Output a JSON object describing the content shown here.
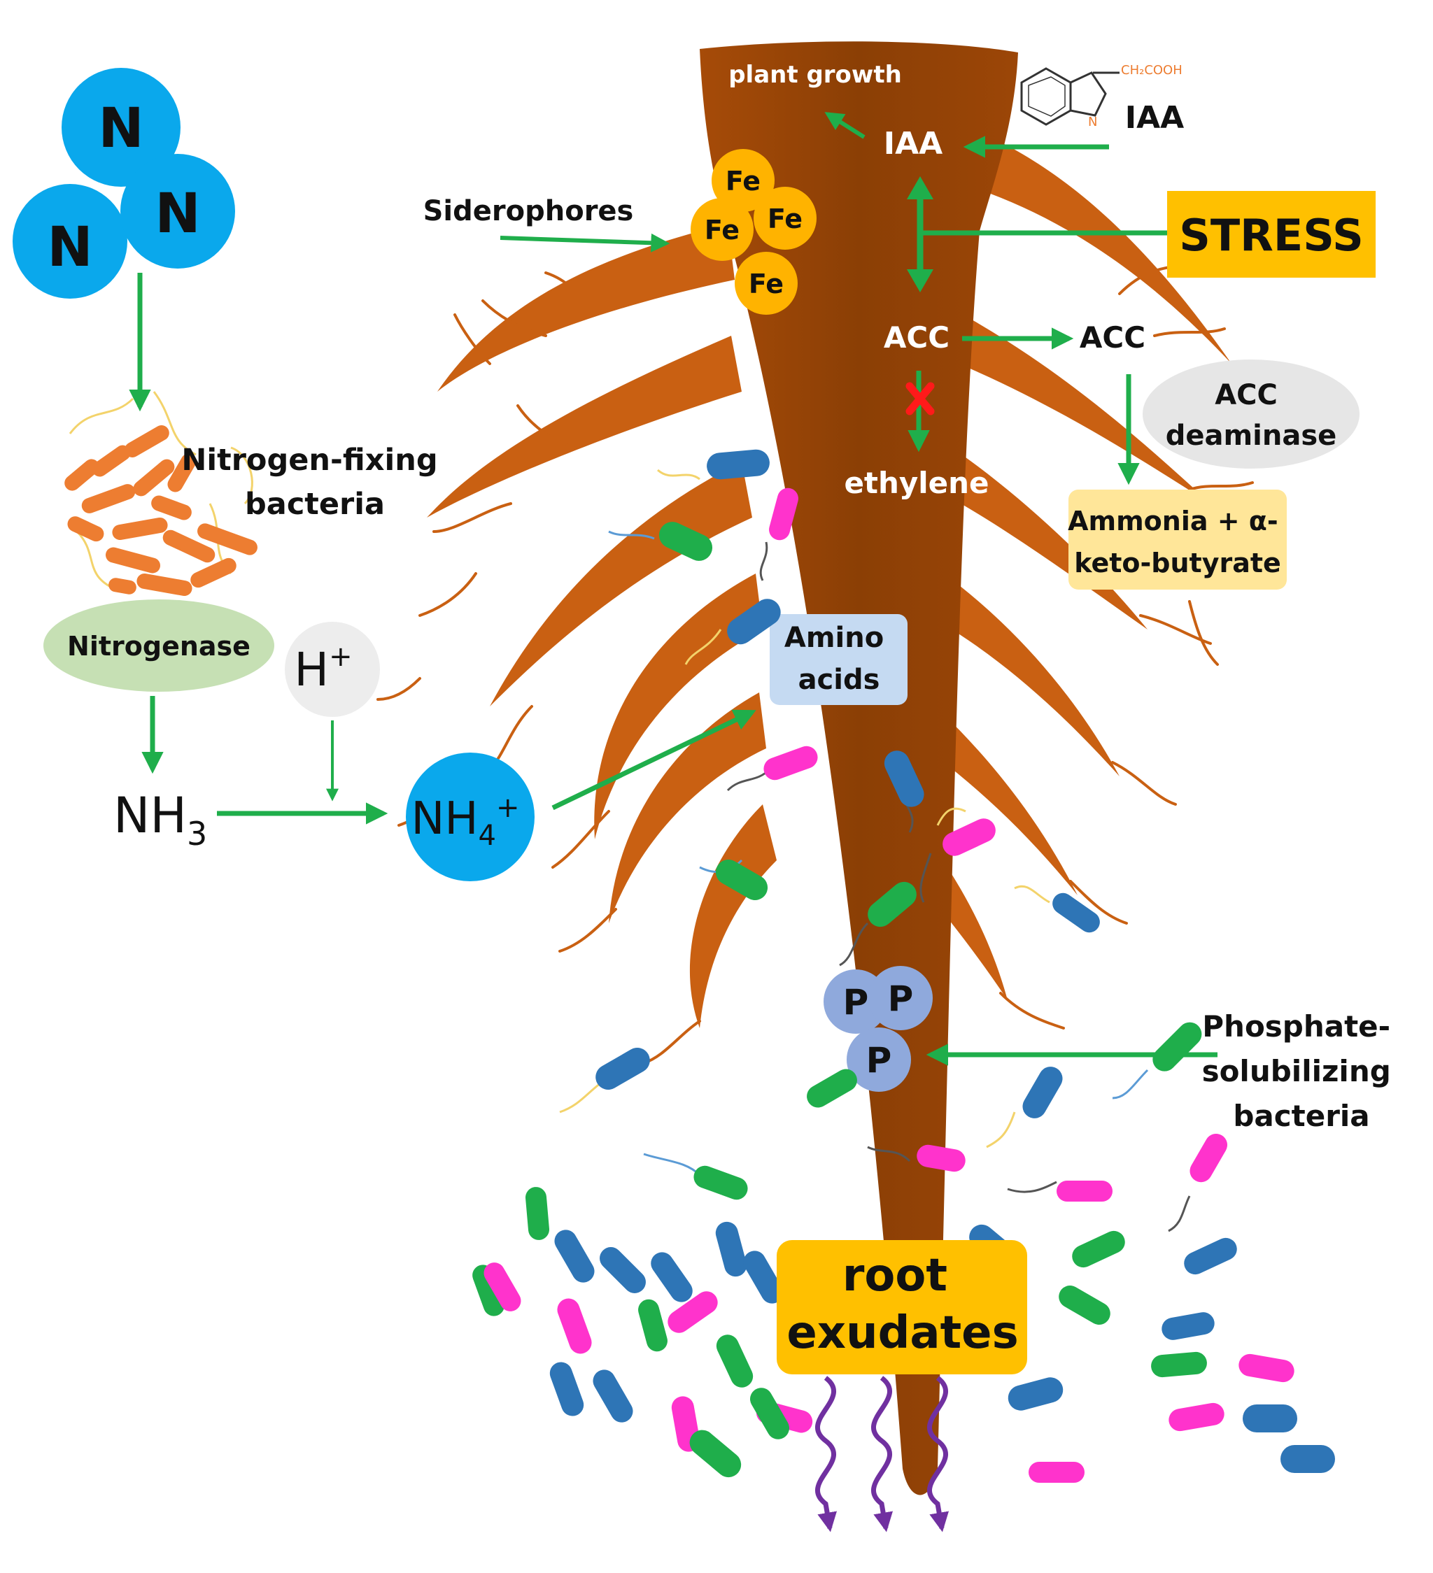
{
  "diagram": {
    "nitrogen_atoms": [
      "N",
      "N",
      "N"
    ],
    "nitrogen_fixing_label": [
      "Nitrogen-fixing",
      "bacteria"
    ],
    "nitrogenase_label": "Nitrogenase",
    "ammonia": {
      "base": "NH",
      "sub": "3"
    },
    "proton": {
      "base": "H",
      "sup": "+"
    },
    "ammonium": {
      "base": "NH",
      "sub": "4",
      "sup": "+"
    },
    "plant_growth_label": "plant growth",
    "iaa_inner_label": "IAA",
    "iaa_molecule_label": "IAA",
    "iaa_formula": "CH₂COOH",
    "iaa_nh": "N",
    "siderophores_label": "Siderophores",
    "iron_label": "Fe",
    "stress_label": "STRESS",
    "acc_inner_label": "ACC",
    "acc_outer_label": "ACC",
    "acc_deaminase_label": [
      "ACC",
      "deaminase"
    ],
    "ethylene_label": "ethylene",
    "ammonia_ketobutyrate_label": [
      "Ammonia + α-",
      "keto-butyrate"
    ],
    "amino_acids_label": [
      "Amino",
      "acids"
    ],
    "phosphate_label": "P",
    "phosphate_bacteria_label": [
      "Phosphate-",
      "solubilizing",
      "bacteria"
    ],
    "root_exudates_label": [
      "root",
      "exudates"
    ],
    "colors": {
      "arrow_green": "#1fae4b",
      "nitrogen_blue": "#0aa8ec",
      "iron_orange": "#ffb300",
      "stress_yellow": "#ffc000",
      "root_dark": "#8b3f05",
      "root_light": "#c96012",
      "bacteria_orange": "#ed7d31",
      "phosphate_blue": "#8fa9dc",
      "exudate_purple": "#7030a0",
      "bacteria_blue": "#2e75b6",
      "bacteria_green": "#1fae4b",
      "bacteria_pink": "#ff33cc"
    }
  }
}
